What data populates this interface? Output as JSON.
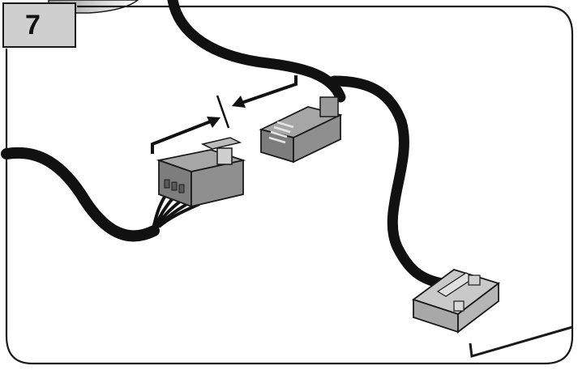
{
  "step": {
    "number": "7"
  },
  "colors": {
    "cable": "#111111",
    "connector_dark": "#7d7d7d",
    "connector_light": "#a6a6a6",
    "module": "#bdbdbd",
    "badge_bg": "#cfcfcf",
    "frame": "#1a1a1a"
  },
  "icons": {
    "connect_arrows": "arrow-pair-converging",
    "female_connector": "wire-harness-connector-female",
    "male_connector": "wire-harness-connector-male",
    "module": "plug-in-module"
  }
}
